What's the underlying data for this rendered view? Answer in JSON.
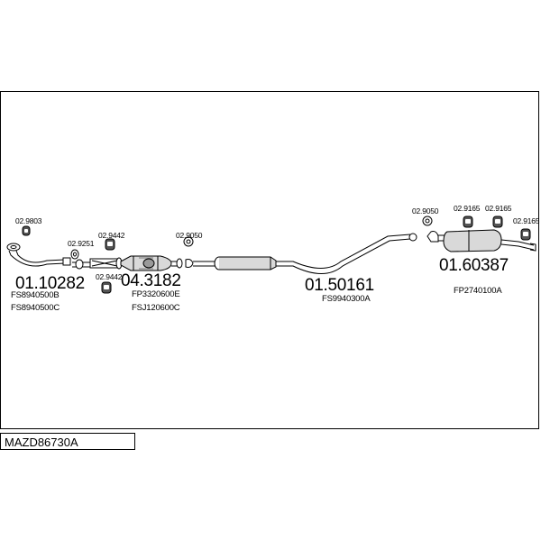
{
  "diagram": {
    "title": "MAZD86730A",
    "parts": [
      {
        "id": "front_pipe",
        "number": "01.10282",
        "refs": [
          "FS8940500B",
          "FS8940500C"
        ]
      },
      {
        "id": "catalyst",
        "number": "04.3182",
        "refs": [
          "FP3320600E",
          "FSJ120600C"
        ]
      },
      {
        "id": "middle_silencer",
        "number": "01.50161",
        "refs": [
          "FS9940300A"
        ]
      },
      {
        "id": "rear_silencer",
        "number": "01.60387",
        "refs": [
          "FP2740100A"
        ]
      }
    ],
    "fittings": [
      {
        "id": "f1",
        "number": "02.9803"
      },
      {
        "id": "f2",
        "number": "02.9251"
      },
      {
        "id": "f3",
        "number": "02.9442"
      },
      {
        "id": "f4",
        "number": "02.9442"
      },
      {
        "id": "f5",
        "number": "02.9050"
      },
      {
        "id": "f6",
        "number": "02.9050"
      },
      {
        "id": "f7",
        "number": "02.9165"
      },
      {
        "id": "f8",
        "number": "02.9165"
      },
      {
        "id": "f9",
        "number": "02.9165"
      }
    ]
  }
}
